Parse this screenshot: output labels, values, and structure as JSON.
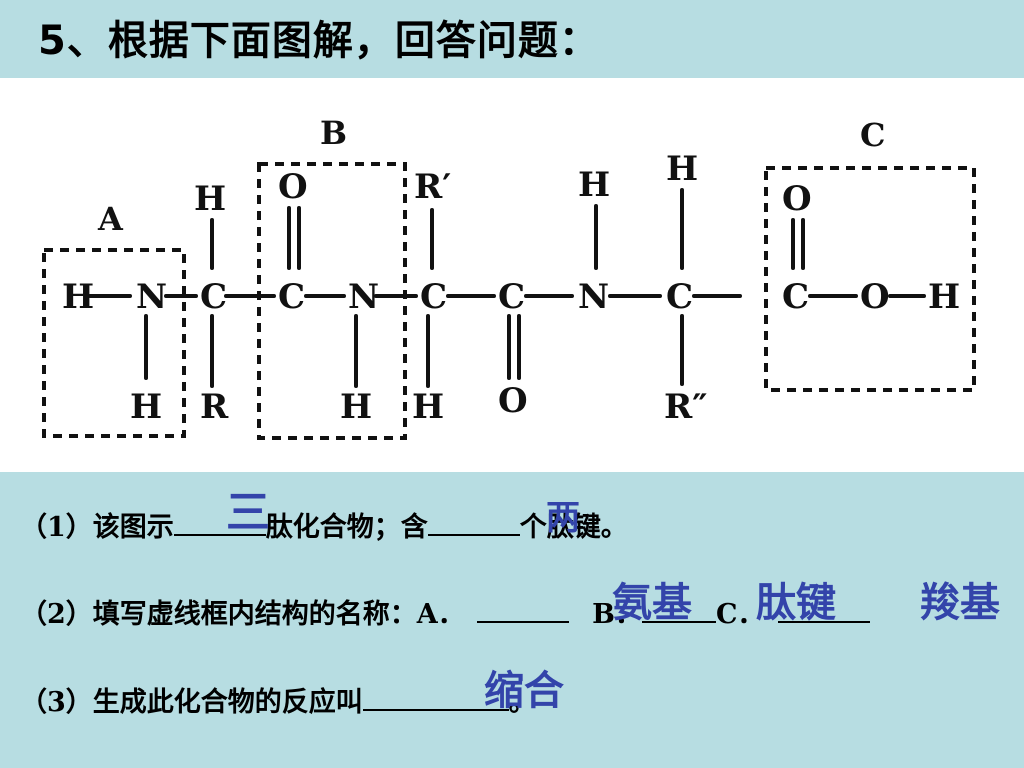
{
  "title": "5、根据下面图解，回答问题：",
  "diagram": {
    "box_labels": {
      "a": "A",
      "b": "B",
      "c": "C"
    },
    "atoms": {
      "H": "H",
      "N": "N",
      "C": "C",
      "O": "O",
      "R": "R",
      "R1": "R′",
      "R2": "R″"
    },
    "dash": "−"
  },
  "questions": {
    "q1": {
      "prefix": "（1）该图示",
      "mid": "肽化合物；含",
      "suffix": "个肽键。"
    },
    "q2": {
      "prefix": "（2）填写虚线框内结构的名称：A．",
      "b": "B．",
      "c": "C．"
    },
    "q3": {
      "prefix": "（3）生成此化合物的反应叫",
      "suffix": "。"
    }
  },
  "answers": {
    "a1": "三",
    "a2": "两",
    "a3": "氨基",
    "a4": "肽键",
    "a5": "羧基",
    "a6": "缩合"
  },
  "colors": {
    "background": "#b7dde2",
    "answer": "#3344aa"
  }
}
